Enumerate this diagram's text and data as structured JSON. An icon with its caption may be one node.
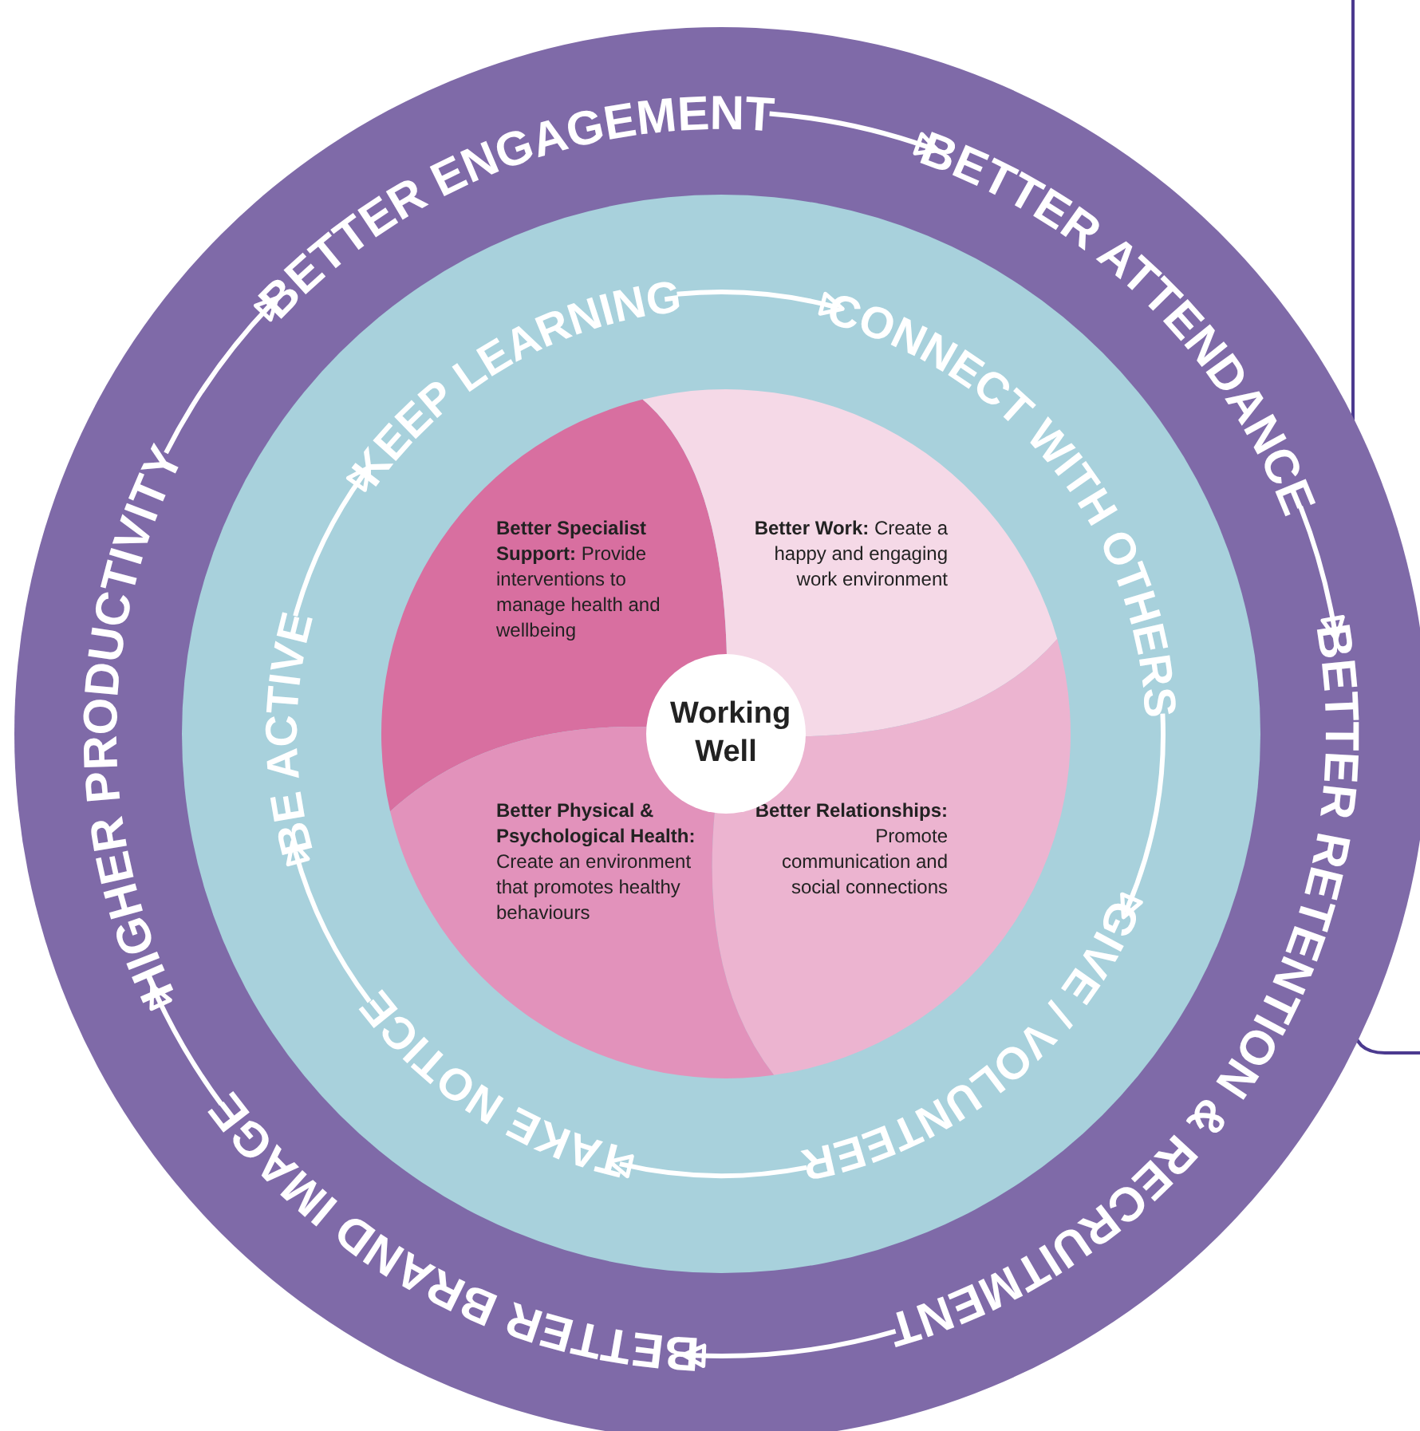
{
  "diagram": {
    "nodes": [
      {
        "text": [
          "BETTER ENGAGEMENT"
        ]
      },
      {
        "text": [
          "BETTER ATTENDANCE"
        ]
      },
      {
        "text": [
          "BETTER RETENTION & RECRUITMENT"
        ]
      },
      {
        "text": [
          "BETTER BRAND IMAGE"
        ]
      },
      {
        "text": [
          "HIGHER PRODUCTIVITY"
        ]
      },
      {
        "text": [
          "KEEP LEARNING"
        ]
      },
      {
        "text": [
          "CONNECT WITH OTHERS"
        ]
      },
      {
        "text": [
          "GIVE / VOLUNTEER"
        ]
      },
      {
        "text": [
          "TAKE NOTICE"
        ]
      },
      {
        "text": [
          "BE ACTIVE"
        ]
      },
      {
        "text": [
          "**Better Specialist Support:** Provide interventions to manage health and wellbeing"
        ]
      },
      {
        "text": [
          "**Better Work:** Create a happy and engaging work environment"
        ]
      },
      {
        "text": [
          "**Better Physical & Psychological Health:** Create an environment that promotes healthy behaviours"
        ]
      },
      {
        "text": [
          "**Better Relationships:** Promote communication and social connections"
        ]
      },
      {
        "text": [
          "Working Well"
        ]
      }
    ],
    "edges": [
      {
        "from": 0,
        "to": 1,
        "arrow": "to"
      },
      {
        "from": 1,
        "to": 2,
        "arrow": "to"
      },
      {
        "from": 2,
        "to": 3,
        "arrow": "to"
      },
      {
        "from": 3,
        "to": 4,
        "arrow": "to"
      },
      {
        "from": 4,
        "to": 0,
        "arrow": "to"
      },
      {
        "from": 5,
        "to": 6,
        "arrow": "to"
      },
      {
        "from": 6,
        "to": 7,
        "arrow": "to"
      },
      {
        "from": 7,
        "to": 8,
        "arrow": "to"
      },
      {
        "from": 8,
        "to": 9,
        "arrow": "to"
      },
      {
        "from": 9,
        "to": 5,
        "arrow": "to"
      }
    ]
  }
}
